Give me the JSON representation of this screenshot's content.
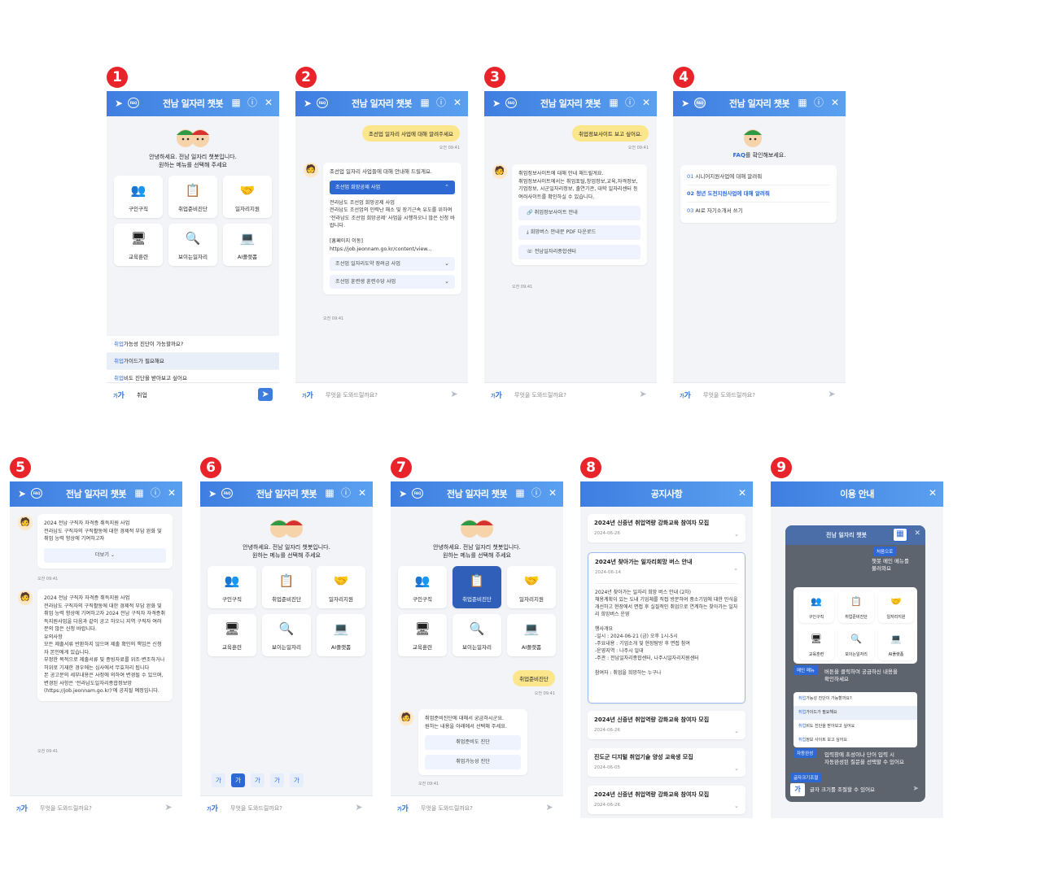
{
  "steps": [
    "1",
    "2",
    "3",
    "4",
    "5",
    "6",
    "7",
    "8",
    "9"
  ],
  "app": {
    "title": "전남 일자리 챗봇",
    "greeting": "안녕하세요. 전남 일자리 챗봇입니다.",
    "greeting2": "원하는 메뉴를 선택해 주세요",
    "placeholder": "무엇을 도와드릴까요?",
    "time": "오전 09:41",
    "size_label": "가",
    "faq": "FAQ"
  },
  "menu": [
    "구인구직",
    "취업준비진단",
    "일자리지원",
    "교육훈련",
    "보이는일자리",
    "AI플랫폼"
  ],
  "s1": {
    "suggestions": [
      {
        "kw": "취업",
        "rest": "가능성 진단이 가능할까요?"
      },
      {
        "kw": "취업",
        "rest": "가이드가 필요해요"
      },
      {
        "kw": "취업",
        "rest": "비도 진단을 받아보고 싶어요"
      },
      {
        "kw": "취업",
        "rest": "정보 사이트 보고 싶어요"
      }
    ],
    "input": "취업"
  },
  "s2": {
    "user_msg": "조선업 일자리 사업에 대해 알려주세요",
    "intro": "조선업 일자리 사업들에 대해 안내해 드릴게요.",
    "acc_open": "조선업 희망공제 사업",
    "body": "전라남도 조선업 희망공제 사업\n전라남도 조선업의 인력난 해소 및 장기근속 유도를 위하여 '전라남도 조선업 희망공제' 사업을 시행하오니 많은 신청 바랍니다.\n\n[홈페이지 이동]\nhttps://job.jeonnam.go.kr/content/view...",
    "acc2": "조선업 일자리도약 장려금 사업",
    "acc3": "조선업 훈련생 훈련수당 사업"
  },
  "s3": {
    "user_msg": "취업정보사이트 보고 싶어요.",
    "body": "취업정보사이트에 대해 안내 해드릴게요.\n취업정보사이트에서는 취업포털,창업정보,교육,자격정보,기업정보, 시군일자리정보, 출연기관, 대학 일자리센터 등 여러사이트를 확인하실 수 있습니다.",
    "btns": [
      "취업정보사이트 안내",
      "희망버스 안내문 PDF 다운로드",
      "전남일자리종합센터"
    ]
  },
  "s4": {
    "title_rest": "를 확인해보세요.",
    "items": [
      {
        "n": "01",
        "t": "시니어지원사업에 대해 알려줘"
      },
      {
        "n": "02",
        "t": "청년 도전지원사업에 대해 알려줘"
      },
      {
        "n": "03",
        "t": "AI로 자기소개서 쓰기"
      }
    ]
  },
  "s5": {
    "msg1": "2024 전남 구직자 자격증 취득지원 사업\n전라남도 구직자의 구직활동에 대한 경제적 부담 완화 및 취업 능력 향상에 기여하고자",
    "more": "더보기",
    "msg2": "2024 전남 구직자 자격증 취득지원 사업\n전라남도 구직자의 구직활동에 대한 경제적 부담 완화 및 취업 능력 향상에 기여하고자 2024 전남 구직자 자격증취득지원사업을 다음과 같이 공고 하오니 지역 구직자 여러분의 많은 신청 바랍니다.\n유의사항\n모든 제출서류 반환하지 않으며 제출 확인의 책임은 신청자 본인에게 있습니다.\n부정한 목적으로 제출서류 및 증빙자료를 위조·변조하거나 허위로 기재한 경우에는 심사에서 무효처리 됩니다\n본 공고문의 세부내용은 사정에 의하여 변경될 수 있으며, 변경된 사항은 '전라남도일자리종합정보망(https://job.jeonnam.go.kr)'에 공지될 예정입니다."
  },
  "s6": {
    "sizes": [
      "가",
      "가",
      "가",
      "가",
      "가"
    ]
  },
  "s7": {
    "user_msg": "취업준비진단",
    "body": "취업준비진단에 대해서 궁금하시군요.\n원하는 내용을 아래에서 선택해 주세요.",
    "btns": [
      "취업준비도 진단",
      "취업가능성 진단"
    ]
  },
  "s8": {
    "title": "공지사항",
    "notices": [
      {
        "t": "2024년 신중년 취업역량 강화교육 참여자 모집",
        "d": "2024-06-26"
      },
      {
        "t": "2024년 찾아가는 일자리희망 버스 안내",
        "d": "2024-06-14"
      },
      {
        "t": "2024년 신중년 취업역량 강화교육 참여자 모집",
        "d": "2024-06-26"
      },
      {
        "t": "진도군 디지털 취업기술 양성 교육생 모집",
        "d": "2024-06-05"
      },
      {
        "t": "2024년 신중년 취업역량 강화교육 참여자 모집",
        "d": "2024-06-26"
      }
    ],
    "open_body": "2024년 찾아가는 일자리 희망 버스 안내 (2차)\n채용계획이 있는 도내 기업체를 직접 방문하여 중소기업에 대한 인식을 개선하고 현장에서 면접 후 실질적인 취업으로 연계하는 찾아가는 일자리 희망버스 운영\n\n행사개요\n-일시 : 2024-06-21 (금) 오후 1시-5시\n-주요내용 : 기업소개 및 현장탐방 후 면접 참여\n-운영지역 : 나주시 일대\n-주관 : 전남일자리종합센터, 나주시일자리지원센터\n\n참여자 : 취업을 희망하는 누구나"
  },
  "s9": {
    "title": "이용 안내",
    "tag_home": "처음으로",
    "home_desc": "챗봇 메인 메뉴를\n불러와요",
    "tag_menu": "메인 메뉴",
    "menu_desc": "버튼을 클릭하여 궁금하신 내용을\n확인하세요",
    "tag_auto": "자동완성",
    "auto_desc": "입력창에 초성이나 단어 입력 시\n자동완성된 질문을 선택할 수 있어요",
    "tag_size": "글자크기조절",
    "size_desc": "글자 크기를 조절할 수 있어요"
  }
}
